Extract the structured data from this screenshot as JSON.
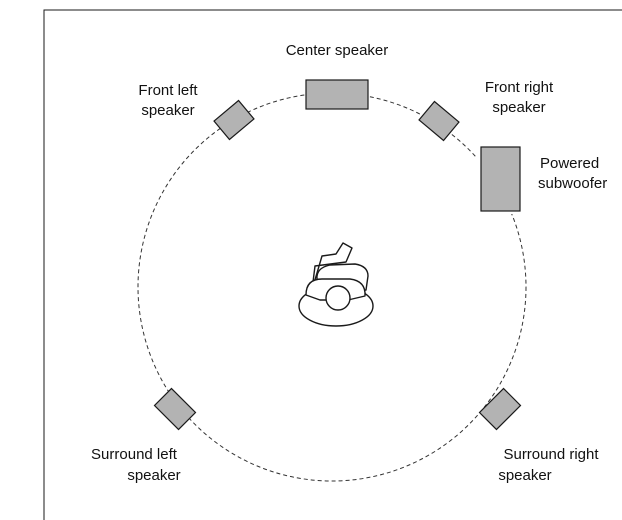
{
  "diagram": {
    "labels": {
      "center": "Center speaker",
      "front_left_1": "Front left",
      "front_left_2": "speaker",
      "front_right_1": "Front right",
      "front_right_2": "speaker",
      "subwoofer_1": "Powered",
      "subwoofer_2": "subwoofer",
      "surround_left_1": "Surround left",
      "surround_left_2": "speaker",
      "surround_right_1": "Surround right",
      "surround_right_2": "speaker"
    },
    "colors": {
      "speaker_fill": "#b3b3b3",
      "line": "#1a1a1a",
      "background": "#ffffff"
    }
  }
}
